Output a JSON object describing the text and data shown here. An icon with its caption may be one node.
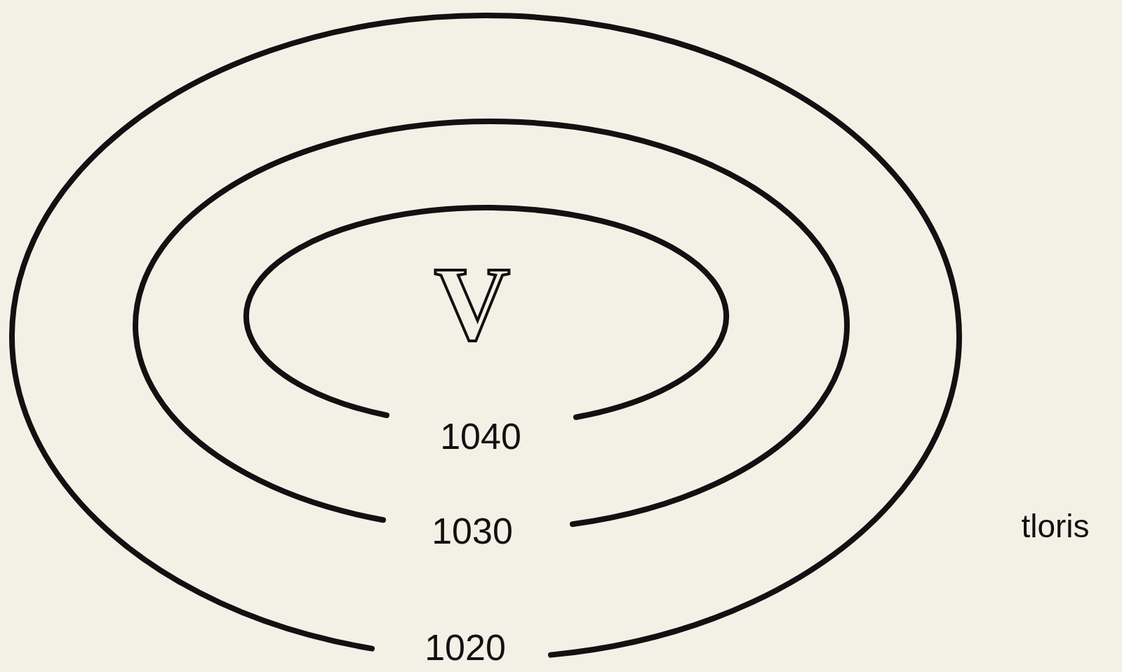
{
  "diagram": {
    "labels": [
      "V",
      "1040",
      "1030",
      "1020",
      "tloris"
    ]
  }
}
